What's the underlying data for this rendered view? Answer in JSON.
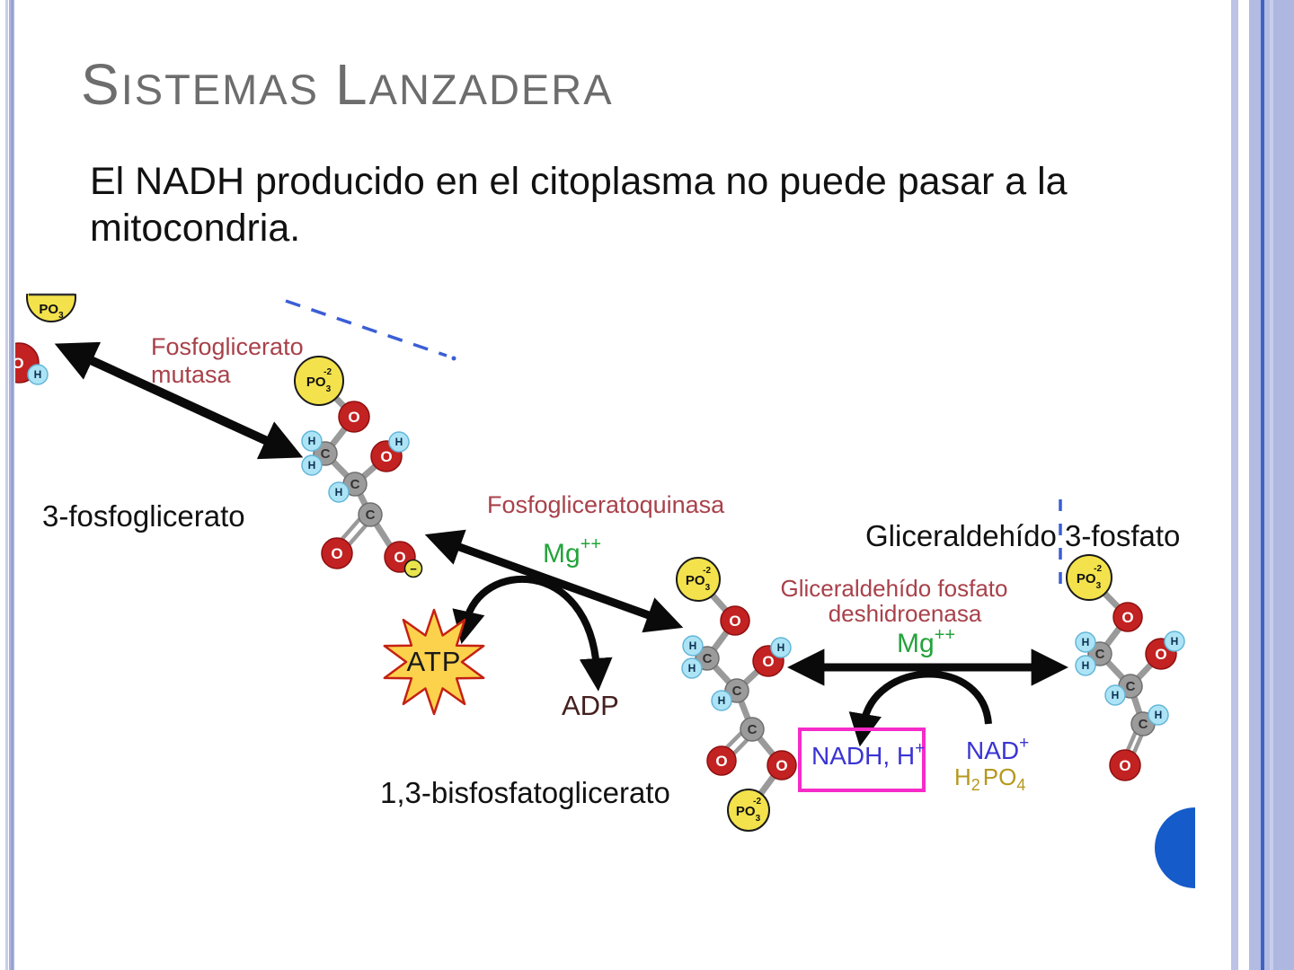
{
  "slide": {
    "title": {
      "t1": "S",
      "t2": "ISTEMAS",
      "t3": "L",
      "t4": "ANZADERA"
    },
    "body": "El NADH producido en el citoplasma no puede pasar a la mitocondria."
  },
  "diagram": {
    "molecules": {
      "m1": "3-fosfoglicerato",
      "m2": "1,3-bisfosfatoglicerato",
      "m3": "Gliceraldehído 3-fosfato"
    },
    "enzymes": {
      "mutasa_l1": "Fosfoglicerato",
      "mutasa_l2": "mutasa",
      "quinasa": "Fosfogliceratoquinasa",
      "deshidrogenasa_l1": "Gliceraldehído fosfato",
      "deshidrogenasa_l2": "deshidroenasa"
    },
    "cofactors": {
      "mg": "Mg",
      "mg_sup": "++",
      "atp": "ATP",
      "adp": "ADP",
      "nadh": "NADH, H",
      "nadh_sup": "+",
      "nad": "NAD",
      "nad_sup": "+",
      "pi_h": "H",
      "pi_h_sub": "2",
      "pi_po": "PO",
      "pi_o_sub": "4"
    },
    "atoms": {
      "o": "O",
      "c": "C",
      "h": "H",
      "po": "PO",
      "po_sub": "3",
      "po_sup": "-2",
      "minus": "−"
    }
  },
  "colors": {
    "enzyme_text": "#a8414a",
    "mg_text": "#23a33a",
    "nad_text": "#3a34d2",
    "phosphate_text": "#b5981c",
    "highlight_box": "#f62bc8",
    "dashed_line": "#3b5ed6",
    "semicircle": "#155bc9",
    "star_fill": "#fcd14b",
    "star_stroke": "#c42113",
    "title_text": "#6d6d6d"
  }
}
